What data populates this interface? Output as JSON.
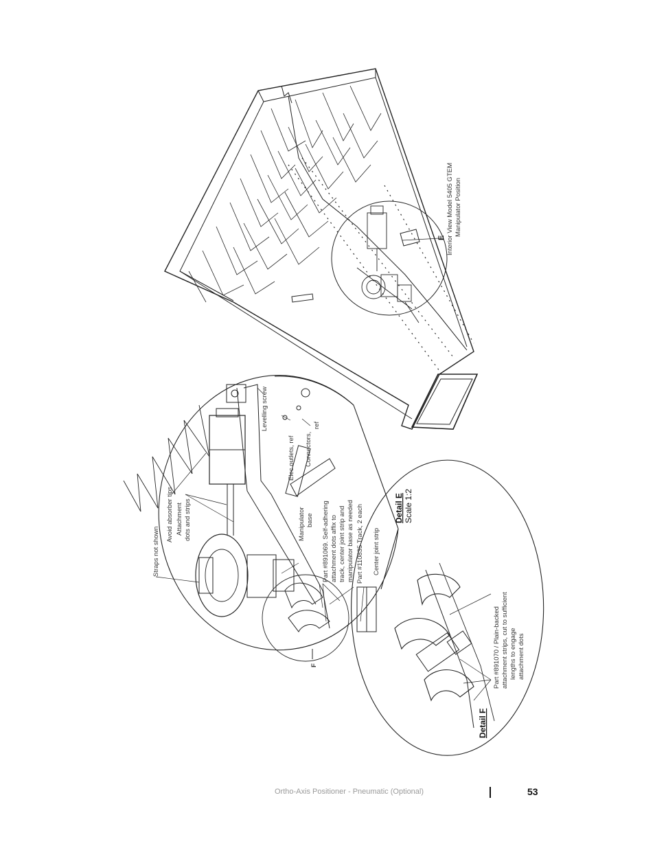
{
  "labels": {
    "interior_view": "Interior View Model 5405 GTEM",
    "manipulator_position": "Manipulator Position",
    "detail_marker_e": "E",
    "detail_marker_f": "F",
    "straps_not_shown": "Straps not shown",
    "avoid_absorber_tips": "Avoid absorber tips",
    "attachment": "Attachment",
    "dots_and_strips": "dots and strips",
    "manipulator": "Manipulator",
    "base": "base",
    "part_891069_l1": "Part #891069. Self-adhering",
    "part_891069_l2": "attachment dots affix to",
    "part_891069_l3": "track, center joint strip and",
    "part_891069_l4": "manipulator base as needed",
    "part_110835": "Part #110835 Track, 2 each",
    "center_joint_strip": "Center joint strip",
    "leveling_screw": "Levelling screw",
    "elec_outlets": "Elec outlets, ref",
    "connectors": "Connectors,",
    "ref": "ref",
    "detail_e": "Detail E",
    "scale": "Scale 1:2",
    "part_891070_l1": "Part #891070 / Plain-backed",
    "part_891070_l2": "attachment strips, cut to sufficient",
    "part_891070_l3": "lengths to engage",
    "part_891070_l4": "attachment dots",
    "detail_f": "Detail F"
  },
  "footer": {
    "title": "Ortho-Axis Positioner - Pneumatic (Optional)",
    "page_number": "53"
  }
}
